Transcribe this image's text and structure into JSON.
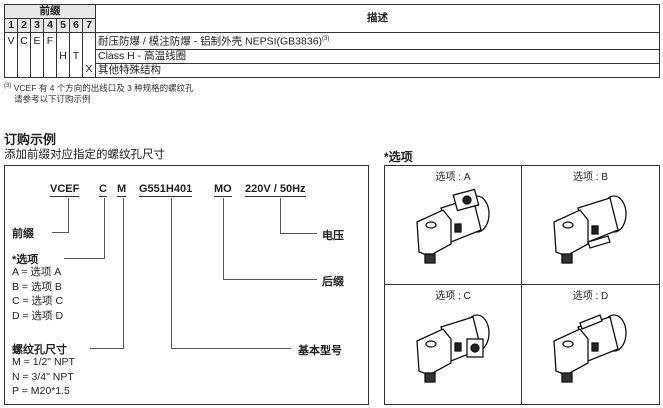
{
  "spec_table": {
    "prefix_header": "前缀",
    "description_header": "描述",
    "positions": [
      "1",
      "2",
      "3",
      "4",
      "5",
      "6",
      "7"
    ],
    "rows": [
      {
        "codes": [
          "V",
          "C",
          "E",
          "F",
          "",
          "",
          ""
        ],
        "description": "耐压防爆 / 模注防爆 - 铝制外壳 NEPSI(GB3836)",
        "footnote_mark": "(3)"
      },
      {
        "codes": [
          "",
          "",
          "",
          "",
          "H",
          "T",
          ""
        ],
        "description": "Class H - 高温线圈",
        "footnote_mark": ""
      },
      {
        "codes": [
          "",
          "",
          "",
          "",
          "",
          "",
          "X"
        ],
        "description": "其他特殊结构",
        "footnote_mark": ""
      }
    ]
  },
  "footnote": {
    "mark": "(3)",
    "line1": "VCEF 有 4 个方向的出线口及 3 种规格的螺纹孔",
    "line2": "请参考以下订购示例"
  },
  "ordering": {
    "title": "订购示例",
    "subtitle": "添加前缀对应指定的螺纹孔尺寸",
    "code_parts": [
      "VCEF",
      "C",
      "M",
      "G551H401",
      "MO",
      "220V / 50Hz"
    ],
    "labels": {
      "prefix": "前缀",
      "option": "*选项",
      "thread": "螺纹孔尺寸",
      "base_model": "基本型号",
      "suffix": "后缀",
      "voltage": "电压"
    },
    "option_list": [
      "A = 选项 A",
      "B = 选项 B",
      "C = 选项 C",
      "D = 选项 D"
    ],
    "thread_list": [
      "M = 1/2\" NPT",
      "N = 3/4\" NPT",
      "P = M20*1.5"
    ]
  },
  "options_panel": {
    "title": "*选项",
    "cells": [
      {
        "label": "选项 : A"
      },
      {
        "label": "选项 : B"
      },
      {
        "label": "选项 : C"
      },
      {
        "label": "选项 : D"
      }
    ]
  }
}
